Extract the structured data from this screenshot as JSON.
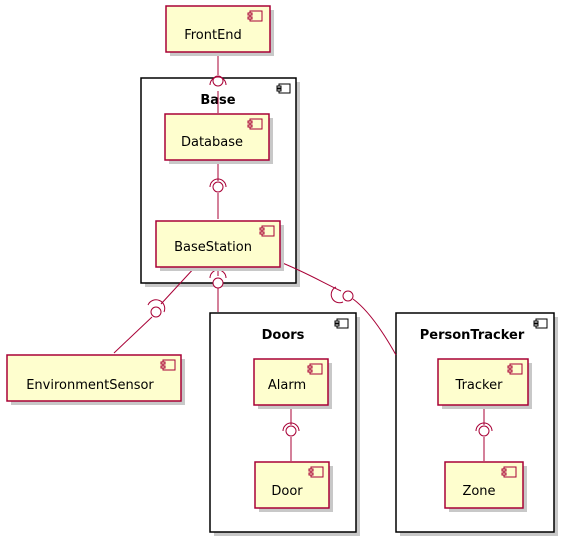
{
  "packages": {
    "base": "Base",
    "doors": "Doors",
    "person_tracker": "PersonTracker"
  },
  "components": {
    "frontend": "FrontEnd",
    "database": "Database",
    "basestation": "BaseStation",
    "environment_sensor": "EnvironmentSensor",
    "alarm": "Alarm",
    "door": "Door",
    "tracker": "Tracker",
    "zone": "Zone"
  },
  "colors": {
    "component_fill": "#fefece",
    "component_border": "#a80036",
    "package_border": "#000000"
  },
  "icons": {
    "component": "component-icon"
  }
}
